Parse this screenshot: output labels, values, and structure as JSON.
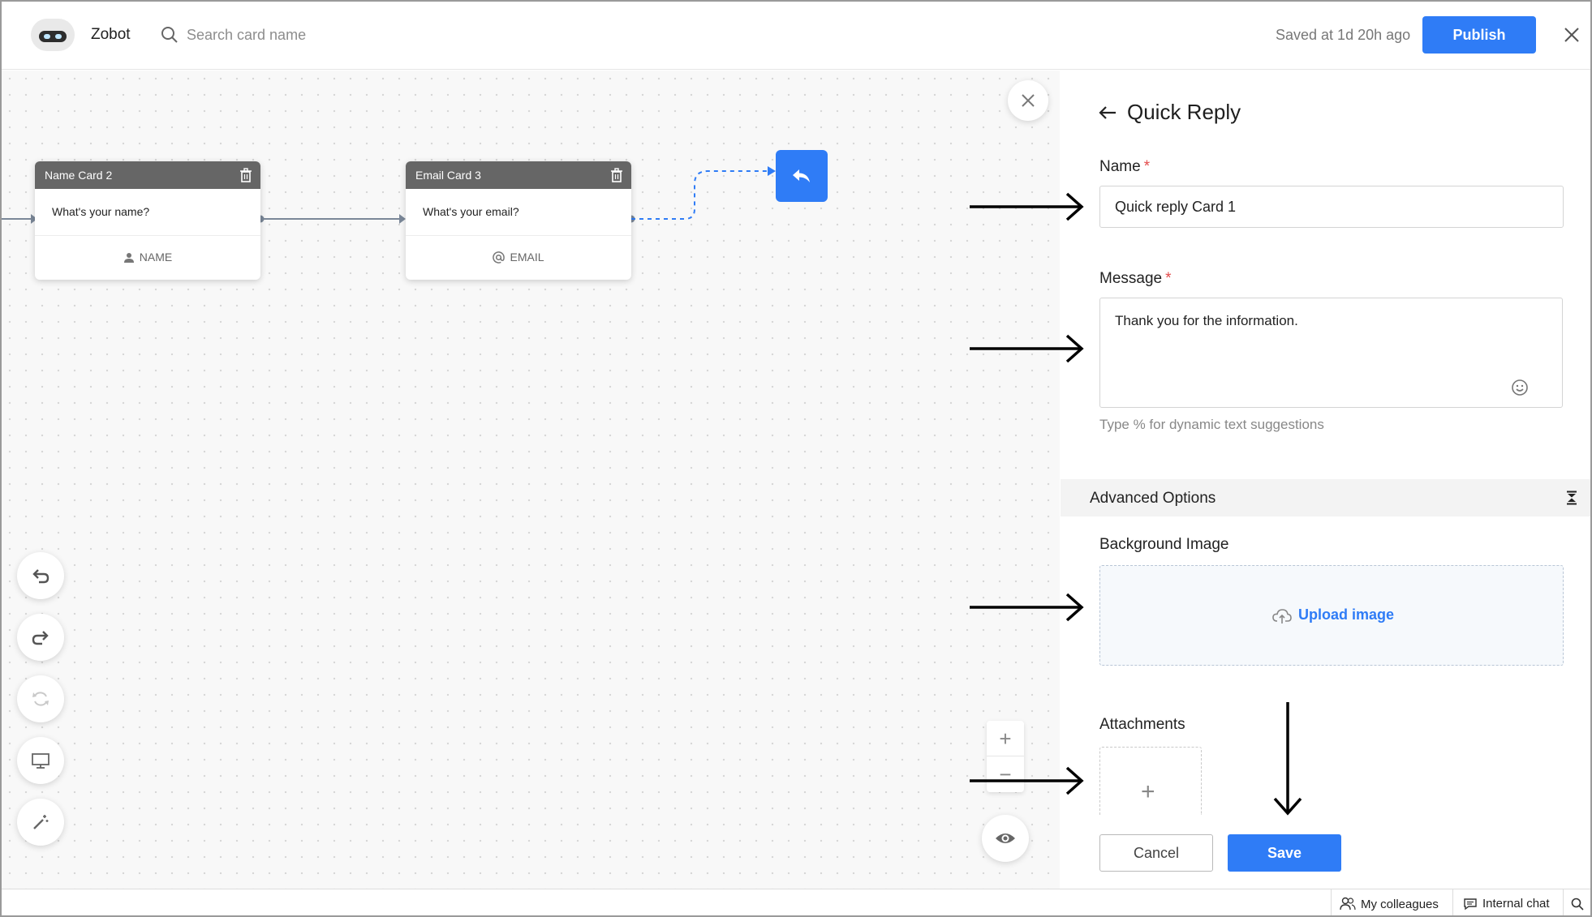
{
  "topbar": {
    "app_name": "Zobot",
    "search_placeholder": "Search card name",
    "saved_status": "Saved at 1d 20h ago",
    "publish_label": "Publish"
  },
  "canvas": {
    "cards": [
      {
        "title": "Name Card 2",
        "question": "What's your name?",
        "field": "NAME",
        "field_icon": "person-icon"
      },
      {
        "title": "Email Card 3",
        "question": "What's your email?",
        "field": "EMAIL",
        "field_icon": "at-icon"
      }
    ],
    "reply_node_icon": "reply-icon",
    "tools": [
      "undo-icon",
      "redo-icon",
      "refresh-icon",
      "monitor-icon",
      "magic-wand-icon"
    ],
    "zoom_in_label": "+",
    "zoom_out_label": "−"
  },
  "panel": {
    "title": "Quick Reply",
    "name_label": "Name",
    "required_mark": "*",
    "name_value": "Quick reply Card 1",
    "message_label": "Message",
    "message_value": "Thank you for the information.",
    "hint": "Type % for dynamic text suggestions",
    "advanced_options": "Advanced Options",
    "background_image_label": "Background Image",
    "upload_label": "Upload image",
    "attachments_label": "Attachments",
    "attach_plus": "+",
    "cancel_label": "Cancel",
    "save_label": "Save"
  },
  "bottombar": {
    "colleagues": "My colleagues",
    "internal_chat": "Internal chat"
  },
  "colors": {
    "accent": "#2f7cf6",
    "card_header": "#666666",
    "required": "#e34b4b"
  }
}
